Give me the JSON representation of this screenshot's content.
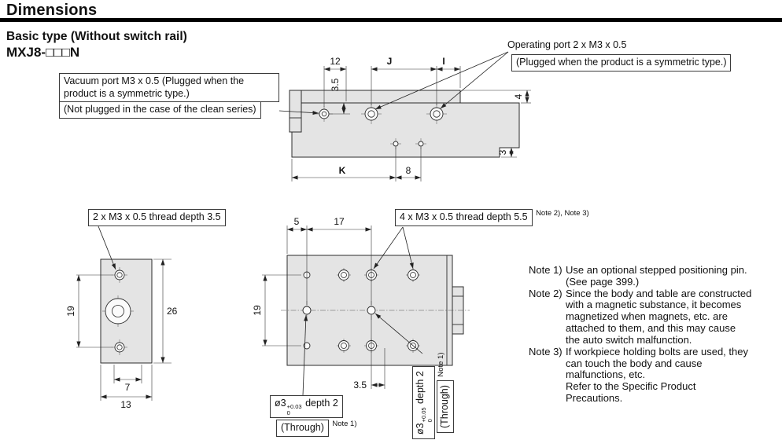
{
  "header": {
    "title": "Dimensions",
    "subtitle": "Basic type (Without switch rail)",
    "model": "MXJ8-□□□N"
  },
  "callouts": {
    "operating_port": "Operating port 2 x M3 x 0.5",
    "operating_port_note": "(Plugged when the product is a symmetric type.)",
    "vacuum_port": "Vacuum port M3 x 0.5 (Plugged when the product is a symmetric type.)",
    "vacuum_port_note": "(Not plugged in the case of the clean series)",
    "end_view_thread": "2 x M3 x 0.5 thread depth 3.5",
    "top_view_thread": "4 x M3 x 0.5 thread depth 5.5",
    "top_view_thread_note": "Note 2), Note 3)"
  },
  "side_view": {
    "dims": {
      "w12": "12",
      "j": "J",
      "i": "I",
      "h35": "3.5",
      "s4": "4",
      "s3": "3",
      "k": "K",
      "p8": "8"
    }
  },
  "end_view": {
    "dims": {
      "v19": "19",
      "v26": "26",
      "h7": "7",
      "h13": "13"
    }
  },
  "top_view": {
    "dims": {
      "h5": "5",
      "h17": "17",
      "v19": "19",
      "h35": "3.5"
    }
  },
  "pins": {
    "front": {
      "base": "ø3",
      "sup": "+0.03",
      "sub": "0",
      "rest": "depth 2",
      "through": "(Through)",
      "note": "Note 1)"
    },
    "side": {
      "base": "ø3",
      "sup": "+0.05",
      "sub": "0",
      "rest": "depth 2",
      "through": "(Through)",
      "note": "Note 1)"
    }
  },
  "notes": [
    {
      "label": "Note 1)",
      "text": "Use an optional stepped positioning pin.\n(See page 399.)"
    },
    {
      "label": "Note 2)",
      "text": "Since the body and table are constructed\nwith a magnetic substance, it becomes\nmagnetized when magnets, etc. are\nattached to them, and this may cause\nthe auto switch malfunction."
    },
    {
      "label": "Note 3)",
      "text": "If workpiece holding bolts are used, they\ncan touch the body and cause\nmalfunctions, etc.\nRefer to the Specific Product\nPrecautions."
    }
  ]
}
